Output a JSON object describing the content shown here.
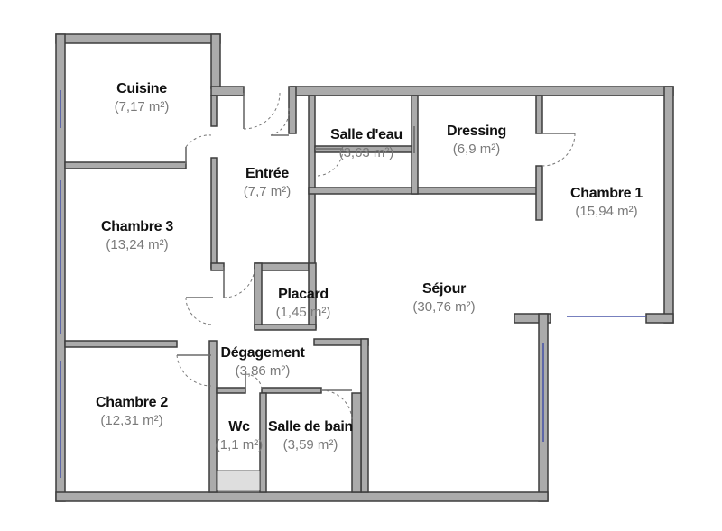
{
  "rooms": [
    {
      "name": "Cuisine",
      "area": "(7,17 m²)"
    },
    {
      "name": "Entrée",
      "area": "(7,7 m²)"
    },
    {
      "name": "Salle d'eau",
      "area": "(3,63 m²)"
    },
    {
      "name": "Dressing",
      "area": "(6,9 m²)"
    },
    {
      "name": "Chambre 1",
      "area": "(15,94 m²)"
    },
    {
      "name": "Chambre 3",
      "area": "(13,24 m²)"
    },
    {
      "name": "Séjour",
      "area": "(30,76 m²)"
    },
    {
      "name": "Placard",
      "area": "(1,45 m²)"
    },
    {
      "name": "Dégagement",
      "area": "(3,86 m²)"
    },
    {
      "name": "Chambre 2",
      "area": "(12,31 m²)"
    },
    {
      "name": "Wc",
      "area": "(1,1 m²)"
    },
    {
      "name": "Salle de bain",
      "area": "(3,59 m²)"
    }
  ]
}
